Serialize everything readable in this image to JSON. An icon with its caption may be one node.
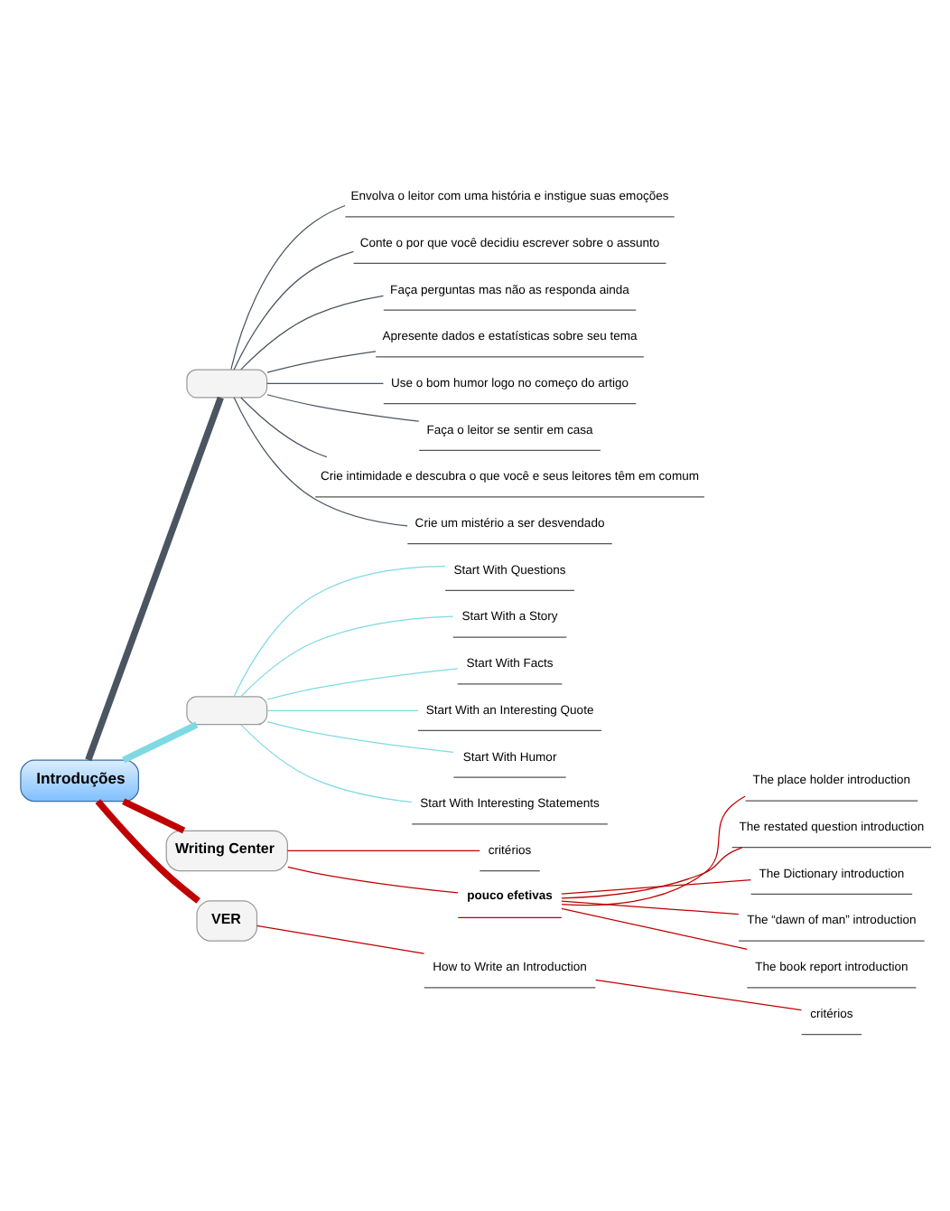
{
  "diagram": {
    "nodes": [
      {
        "text": [
          "Introduções"
        ]
      },
      {
        "text": [],
        "shape": "box"
      },
      {
        "text": [
          "Envolva o leitor com uma história e instigue suas emoções"
        ]
      },
      {
        "text": [
          "Conte o por que você decidiu escrever sobre o assunto"
        ]
      },
      {
        "text": [
          "Faça perguntas mas não as responda ainda"
        ]
      },
      {
        "text": [
          "Apresente dados e estatísticas sobre seu tema"
        ]
      },
      {
        "text": [
          "Use o bom humor logo no começo do artigo"
        ]
      },
      {
        "text": [
          "Faça o leitor se sentir em casa"
        ]
      },
      {
        "text": [
          "Crie intimidade e descubra o que você e seus leitores têm em comum"
        ]
      },
      {
        "text": [
          "Crie um mistério a ser desvendado"
        ]
      },
      {
        "text": [],
        "shape": "box"
      },
      {
        "text": [
          "Start With Questions"
        ]
      },
      {
        "text": [
          "Start With a Story"
        ]
      },
      {
        "text": [
          "Start With Facts"
        ]
      },
      {
        "text": [
          "Start With an Interesting Quote"
        ]
      },
      {
        "text": [
          "Start With Humor"
        ]
      },
      {
        "text": [
          "Start With Interesting Statements"
        ]
      },
      {
        "text": [
          "Writing Center"
        ]
      },
      {
        "text": [
          "critérios"
        ]
      },
      {
        "text": [
          "pouco efetivas"
        ]
      },
      {
        "text": [
          "The place holder introduction"
        ]
      },
      {
        "text": [
          "The restated question introduction"
        ]
      },
      {
        "text": [
          "The Dictionary introduction"
        ]
      },
      {
        "text": [
          "The “dawn of man” introduction"
        ]
      },
      {
        "text": [
          "The book report introduction"
        ]
      },
      {
        "text": [
          "VER"
        ]
      },
      {
        "text": [
          "How to Write an Introduction"
        ]
      },
      {
        "text": [
          "critérios"
        ]
      }
    ],
    "edges": [
      {
        "from": 0,
        "to": 1,
        "arrow": "none",
        "style": "thick",
        "color": "#4a5561"
      },
      {
        "from": 1,
        "to": 2,
        "arrow": "none",
        "color": "#4a5561"
      },
      {
        "from": 1,
        "to": 3,
        "arrow": "none",
        "color": "#4a5561"
      },
      {
        "from": 1,
        "to": 4,
        "arrow": "none",
        "color": "#4a5561"
      },
      {
        "from": 1,
        "to": 5,
        "arrow": "none",
        "color": "#4a5561"
      },
      {
        "from": 1,
        "to": 6,
        "arrow": "none",
        "color": "#4a5561"
      },
      {
        "from": 1,
        "to": 7,
        "arrow": "none",
        "color": "#4a5561"
      },
      {
        "from": 1,
        "to": 8,
        "arrow": "none",
        "color": "#4a5561"
      },
      {
        "from": 1,
        "to": 9,
        "arrow": "none",
        "color": "#4a5561"
      },
      {
        "from": 0,
        "to": 10,
        "arrow": "none",
        "style": "thick",
        "color": "#7fd9e3"
      },
      {
        "from": 10,
        "to": 11,
        "arrow": "none",
        "color": "#7fd9e3"
      },
      {
        "from": 10,
        "to": 12,
        "arrow": "none",
        "color": "#7fd9e3"
      },
      {
        "from": 10,
        "to": 13,
        "arrow": "none",
        "color": "#7fd9e3"
      },
      {
        "from": 10,
        "to": 14,
        "arrow": "none",
        "color": "#7fd9e3"
      },
      {
        "from": 10,
        "to": 15,
        "arrow": "none",
        "color": "#7fd9e3"
      },
      {
        "from": 10,
        "to": 16,
        "arrow": "none",
        "color": "#7fd9e3"
      },
      {
        "from": 0,
        "to": 17,
        "arrow": "none",
        "style": "thick"
      },
      {
        "from": 17,
        "to": 18,
        "arrow": "none"
      },
      {
        "from": 17,
        "to": 19,
        "arrow": "none"
      },
      {
        "from": 19,
        "to": 20,
        "arrow": "none"
      },
      {
        "from": 19,
        "to": 21,
        "arrow": "none"
      },
      {
        "from": 19,
        "to": 22,
        "arrow": "none"
      },
      {
        "from": 19,
        "to": 23,
        "arrow": "none"
      },
      {
        "from": 19,
        "to": 24,
        "arrow": "none"
      },
      {
        "from": 0,
        "to": 25,
        "arrow": "none",
        "style": "thick"
      },
      {
        "from": 25,
        "to": 26,
        "arrow": "none"
      },
      {
        "from": 26,
        "to": 27,
        "arrow": "none"
      }
    ]
  }
}
